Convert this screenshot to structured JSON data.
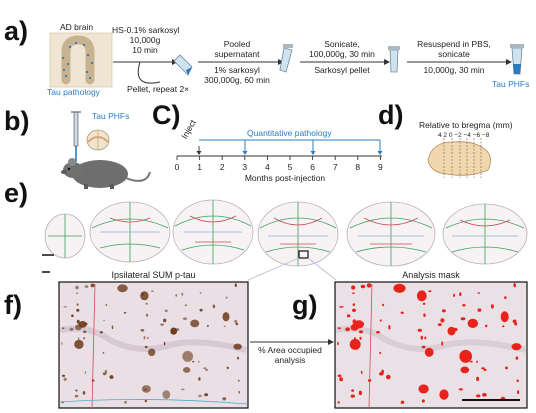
{
  "panels": {
    "a": "a)",
    "b": "b)",
    "c": "C)",
    "d": "d)",
    "e": "e)",
    "f": "f)",
    "g": "g)"
  },
  "panel_a": {
    "ad_brain": "AD brain",
    "tau_pathology": "Tau pathology",
    "step1_l1": "HS-0.1% sarkosyl",
    "step1_l2": "10,000g",
    "step1_l3": "10 min",
    "step1_below": "Pellet, repeat 2×",
    "step2_above": "Pooled",
    "step2_above2": "supernatant",
    "step2_below": "1% sarkosyl",
    "step2_below2": "300,000g, 60 min",
    "step3_above": "Sonicate,",
    "step3_above2": "100,000g, 30 min",
    "step3_below": "Sarkosyl pellet",
    "step4_above": "Resuspend in PBS,",
    "step4_above2": "sonicate",
    "step4_below": "10,000g, 30 min",
    "tau_phfs": "Tau PHFs"
  },
  "panel_b": {
    "tau_phfs": "Tau PHFs"
  },
  "panel_c": {
    "inject": "Inject",
    "quant": "Quantitative pathology",
    "ticks": [
      "0",
      "1",
      "2",
      "3",
      "4",
      "5",
      "6",
      "7",
      "8",
      "9"
    ],
    "xlabel": "Months post-injection"
  },
  "panel_d": {
    "title": "Relative to bregma (mm)",
    "ticks": "4  2  0 −2 −4 −6 −8"
  },
  "panel_f": {
    "title": "Ipsilateral SUM p-tau"
  },
  "panel_g": {
    "title": "Analysis mask"
  },
  "arrow_text": {
    "l1": "% Area occupied",
    "l2": "analysis"
  },
  "colors": {
    "accent": "#2b7bbf",
    "mask_red": "#e8231c",
    "stain_brown": "#6b3a1a"
  }
}
